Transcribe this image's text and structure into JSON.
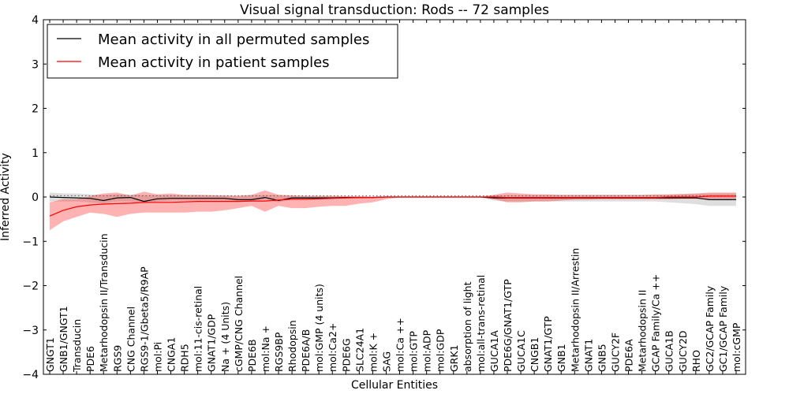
{
  "chart_data": {
    "type": "line",
    "title": "Visual signal transduction: Rods -- 72 samples",
    "xlabel": "Cellular Entities",
    "ylabel": "Inferred Activity",
    "ylim": [
      -4,
      4
    ],
    "yticks": [
      4,
      3,
      2,
      1,
      0,
      -1,
      -2,
      -3,
      -4
    ],
    "ytick_labels": [
      "4",
      "3",
      "2",
      "1",
      "0",
      "−1",
      "−2",
      "−3",
      "−4"
    ],
    "grid": false,
    "legend_position": "top-left",
    "categories": [
      "GNGT1",
      "GNB1/GNGT1",
      "Transducin",
      "PDE6",
      "Metarhodopsin II/Transducin",
      "RGS9",
      "CNG Channel",
      "RGS9-1/Gbeta5/R9AP",
      "mol:Pi",
      "CNGA1",
      "RDH5",
      "mol:11-cis-retinal",
      "GNAT1/GDP",
      "Na + (4 Units)",
      "cGMP/CNG Channel",
      "PDE6B",
      "mol:Na +",
      "RGS9BP",
      "Rhodopsin",
      "PDE6A/B",
      "mol:GMP (4 units)",
      "mol:Ca2+",
      "PDE6G",
      "SLC24A1",
      "mol:K +",
      "SAG",
      "mol:Ca ++",
      "mol:GTP",
      "mol:ADP",
      "mol:GDP",
      "GRK1",
      "absorption of light",
      "mol:all-trans-retinal",
      "GUCA1A",
      "PDE6G/GNAT1/GTP",
      "GUCA1C",
      "CNGB1",
      "GNAT1/GTP",
      "GNB1",
      "Metarhodopsin II/Arrestin",
      "GNAT1",
      "GNB5",
      "GUCY2F",
      "PDE6A",
      "Metarhodopsin II",
      "GCAP Family/Ca ++",
      "GUCA1B",
      "GUCY2D",
      "RHO",
      "GC2/GCAP Family",
      "GC1/GCAP Family",
      "mol:cGMP"
    ],
    "series": [
      {
        "name": "Mean activity in all permuted samples",
        "color": "#000000",
        "values": [
          0,
          -0.01,
          -0.02,
          -0.03,
          -0.08,
          -0.02,
          -0.01,
          -0.1,
          -0.04,
          -0.03,
          -0.03,
          -0.03,
          -0.03,
          -0.03,
          -0.06,
          -0.06,
          -0.01,
          -0.08,
          -0.02,
          -0.02,
          -0.02,
          -0.02,
          -0.01,
          -0.01,
          -0.01,
          0,
          0,
          0,
          0,
          0,
          0,
          0,
          0,
          -0.02,
          -0.02,
          -0.02,
          -0.02,
          -0.02,
          -0.02,
          -0.02,
          -0.02,
          -0.02,
          -0.02,
          -0.02,
          -0.02,
          -0.02,
          -0.02,
          -0.02,
          -0.02,
          -0.06,
          -0.06,
          -0.06
        ],
        "band_lower": [
          -0.1,
          -0.1,
          -0.1,
          -0.12,
          -0.15,
          -0.1,
          -0.1,
          -0.15,
          -0.1,
          -0.08,
          -0.08,
          -0.08,
          -0.08,
          -0.08,
          -0.1,
          -0.1,
          -0.06,
          -0.12,
          -0.06,
          -0.05,
          -0.05,
          -0.05,
          -0.04,
          -0.03,
          -0.02,
          -0.01,
          0,
          0,
          0,
          0,
          0,
          0,
          -0.01,
          -0.08,
          -0.1,
          -0.1,
          -0.1,
          -0.1,
          -0.1,
          -0.1,
          -0.1,
          -0.1,
          -0.1,
          -0.1,
          -0.1,
          -0.1,
          -0.12,
          -0.14,
          -0.16,
          -0.2,
          -0.2,
          -0.2
        ],
        "band_upper": [
          0.1,
          0.08,
          0.08,
          0.06,
          0.04,
          0.06,
          0.06,
          0.04,
          0.04,
          0.04,
          0.04,
          0.04,
          0.04,
          0.04,
          0.04,
          0.04,
          0.04,
          0.04,
          0.04,
          0.03,
          0.03,
          0.03,
          0.02,
          0.02,
          0.01,
          0.01,
          0,
          0,
          0,
          0,
          0,
          0,
          0.01,
          0.04,
          0.04,
          0.04,
          0.04,
          0.04,
          0.04,
          0.04,
          0.04,
          0.04,
          0.04,
          0.04,
          0.04,
          0.04,
          0.05,
          0.06,
          0.07,
          0.08,
          0.08,
          0.08
        ]
      },
      {
        "name": "Mean activity in patient samples",
        "color": "#ff0000",
        "values": [
          -0.43,
          -0.3,
          -0.22,
          -0.18,
          -0.16,
          -0.15,
          -0.14,
          -0.12,
          -0.12,
          -0.12,
          -0.11,
          -0.1,
          -0.1,
          -0.1,
          -0.1,
          -0.09,
          -0.09,
          -0.07,
          -0.05,
          -0.05,
          -0.04,
          -0.03,
          -0.02,
          -0.01,
          -0.01,
          0,
          0,
          0,
          0,
          0,
          0,
          0,
          0,
          0,
          -0.01,
          -0.01,
          -0.01,
          -0.01,
          -0.01,
          -0.01,
          -0.01,
          -0.01,
          -0.01,
          -0.01,
          -0.01,
          -0.01,
          0,
          0,
          0,
          0.02,
          0.02,
          0.02
        ],
        "band_lower": [
          -0.75,
          -0.55,
          -0.45,
          -0.35,
          -0.38,
          -0.45,
          -0.38,
          -0.35,
          -0.35,
          -0.35,
          -0.35,
          -0.33,
          -0.33,
          -0.3,
          -0.25,
          -0.2,
          -0.33,
          -0.2,
          -0.25,
          -0.25,
          -0.22,
          -0.2,
          -0.2,
          -0.15,
          -0.12,
          -0.05,
          -0.01,
          0,
          0,
          0,
          0,
          0,
          0,
          -0.05,
          -0.12,
          -0.12,
          -0.1,
          -0.1,
          -0.08,
          -0.06,
          -0.06,
          -0.05,
          -0.05,
          -0.05,
          -0.05,
          -0.05,
          -0.05,
          -0.04,
          -0.04,
          -0.04,
          -0.04,
          -0.04
        ],
        "band_upper": [
          -0.12,
          -0.05,
          -0.05,
          0.02,
          0.08,
          0.1,
          0.03,
          0.12,
          0.06,
          0.08,
          0.05,
          0.05,
          0.04,
          0.03,
          0.02,
          0.05,
          0.15,
          0.05,
          0.03,
          0.02,
          0.02,
          0.02,
          0.02,
          0.02,
          0.01,
          0.01,
          0,
          0,
          0,
          0,
          0,
          0,
          0,
          0.05,
          0.1,
          0.08,
          0.06,
          0.06,
          0.05,
          0.05,
          0.05,
          0.05,
          0.05,
          0.05,
          0.05,
          0.06,
          0.06,
          0.07,
          0.08,
          0.1,
          0.1,
          0.1
        ]
      }
    ]
  }
}
